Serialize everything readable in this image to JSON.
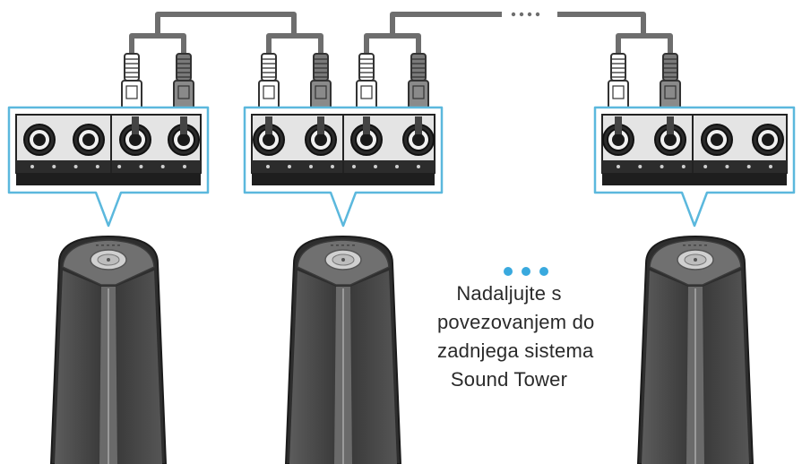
{
  "caption": {
    "lines": [
      "Nadaljujte s",
      "povezovanjem do",
      "zadnjega sistema",
      "Sound Tower"
    ]
  },
  "colors": {
    "panel_border": "#5bb8dd",
    "cable": "#6e6e6e",
    "dots": "#39a9de",
    "speaker_body": "#4a4a4a",
    "speaker_top": "#7a7a7a",
    "text": "#2a2a2a"
  },
  "components": {
    "speakers": [
      "sound-tower-1",
      "sound-tower-2",
      "sound-tower-last"
    ],
    "panels": [
      "jack-panel-1",
      "jack-panel-2",
      "jack-panel-last"
    ],
    "continuation_icon": "ellipsis-dots-icon"
  }
}
